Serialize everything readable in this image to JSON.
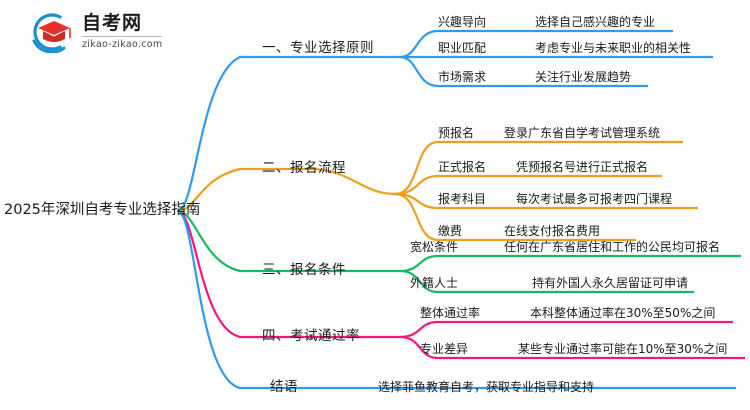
{
  "logo": {
    "name_cn": "自考网",
    "domain": "zikao-zikao.com",
    "mark_icon": "graduation-cap-icon",
    "swoosh_color": "#1a8fd1",
    "cap_color": "#e8312a"
  },
  "root": {
    "title": "2025年深圳自考专业选择指南"
  },
  "colors": {
    "branch_1": "#2e9bf0",
    "branch_2": "#eda01f",
    "branch_3": "#14b866",
    "branch_4": "#f5167e",
    "branch_5": "#2e9bf0"
  },
  "branches": [
    {
      "label": "一、专业选择原则",
      "color": "#2e9bf0",
      "leaves": [
        {
          "label": "兴趣导向",
          "desc": "选择自己感兴趣的专业"
        },
        {
          "label": "职业匹配",
          "desc": "考虑专业与未来职业的相关性"
        },
        {
          "label": "市场需求",
          "desc": "关注行业发展趋势"
        }
      ]
    },
    {
      "label": "二、报名流程",
      "color": "#eda01f",
      "leaves": [
        {
          "label": "预报名",
          "desc": "登录广东省自学考试管理系统"
        },
        {
          "label": "正式报名",
          "desc": "凭预报名号进行正式报名"
        },
        {
          "label": "报考科目",
          "desc": "每次考试最多可报考四门课程"
        },
        {
          "label": "缴费",
          "desc": "在线支付报名费用"
        }
      ]
    },
    {
      "label": "三、报名条件",
      "color": "#14b866",
      "leaves": [
        {
          "label": "宽松条件",
          "desc": "任何在广东省居住和工作的公民均可报名"
        },
        {
          "label": "外籍人士",
          "desc": "持有外国人永久居留证可申请"
        }
      ]
    },
    {
      "label": "四、考试通过率",
      "color": "#f5167e",
      "leaves": [
        {
          "label": "整体通过率",
          "desc": "本科整体通过率在30%至50%之间"
        },
        {
          "label": "专业差异",
          "desc": "某些专业通过率可能在10%至30%之间"
        }
      ]
    },
    {
      "label": "结语",
      "color": "#2e9bf0",
      "leaves": [
        {
          "label": "",
          "desc": "选择菲鱼教育自考，获取专业指导和支持"
        }
      ]
    }
  ]
}
